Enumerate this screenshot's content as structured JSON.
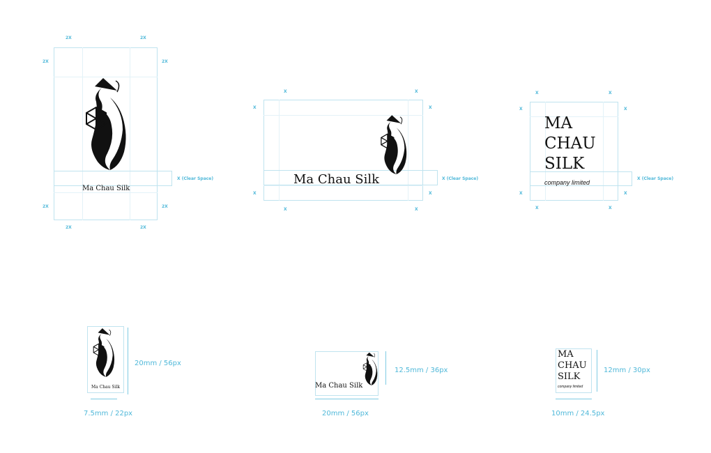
{
  "brand": {
    "name": "Ma Chau Silk",
    "stack_line1": "MA",
    "stack_line2": "CHAU",
    "stack_line3": "SILK",
    "tagline": "company limited"
  },
  "clearspace": {
    "x_label": "X",
    "two_x_label": "2X",
    "clear_space_label": "X (Clear Space)"
  },
  "min_sizes": {
    "vertical_height": "20mm / 56px",
    "vertical_width": "7.5mm / 22px",
    "horizontal_height": "12.5mm / 36px",
    "horizontal_width": "20mm / 56px",
    "stacked_height": "12mm / 30px",
    "stacked_width": "10mm / 24.5px"
  },
  "colors": {
    "guide": "#4fb8d9",
    "logo": "#111111"
  },
  "icons": [
    "lady-silhouette-icon",
    "geodesic-lantern-icon"
  ]
}
